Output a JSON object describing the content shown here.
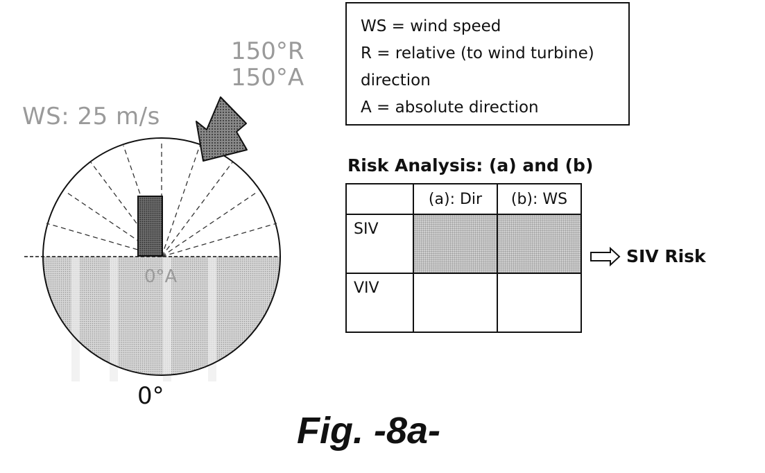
{
  "diagram": {
    "wind_speed_label": "WS: 25 m/s",
    "relative_direction": "150°R",
    "absolute_direction": "150°A",
    "zero_absolute_label": "0°A",
    "zero_degree_label": "0°"
  },
  "legend": {
    "lines": [
      "WS = wind speed",
      "R = relative (to wind turbine)",
      "direction",
      "A = absolute direction"
    ]
  },
  "risk_analysis": {
    "title": "Risk Analysis: (a) and (b)",
    "columns": [
      "",
      "(a): Dir",
      "(b): WS"
    ],
    "rows": [
      {
        "label": "SIV",
        "shaded": true
      },
      {
        "label": "VIV",
        "shaded": false
      }
    ],
    "result": "SIV Risk"
  },
  "caption": "Fig. -8a-"
}
